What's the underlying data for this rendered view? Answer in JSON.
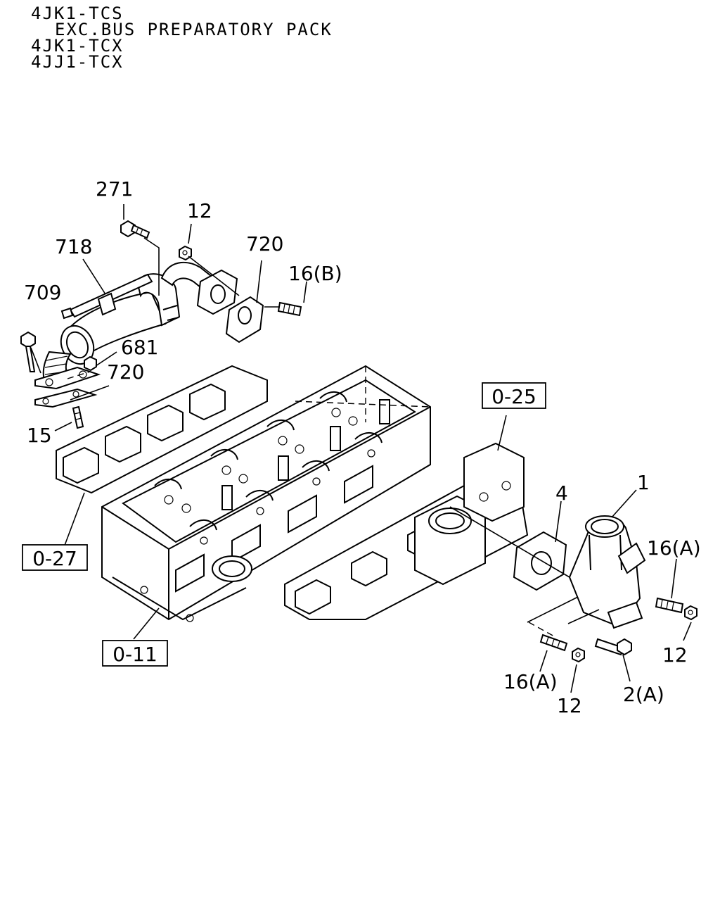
{
  "header": {
    "lines": [
      "4JK1-TCS",
      "EXC.BUS PREPARATORY PACK",
      "4JK1-TCX",
      "4JJ1-TCX"
    ]
  },
  "callouts": {
    "c271": "271",
    "c12_top": "12",
    "c718": "718",
    "c720_top": "720",
    "c16b": "16(B)",
    "c709": "709",
    "c681": "681",
    "c720_mid": "720",
    "c15": "15",
    "c1": "1",
    "c4": "4",
    "c16a_right": "16(A)",
    "c12_right": "12",
    "c16a_bottom": "16(A)",
    "c12_bottom": "12",
    "c2a": "2(A)"
  },
  "refs": {
    "r025": "0-25",
    "r027": "0-27",
    "r011": "0-11"
  }
}
